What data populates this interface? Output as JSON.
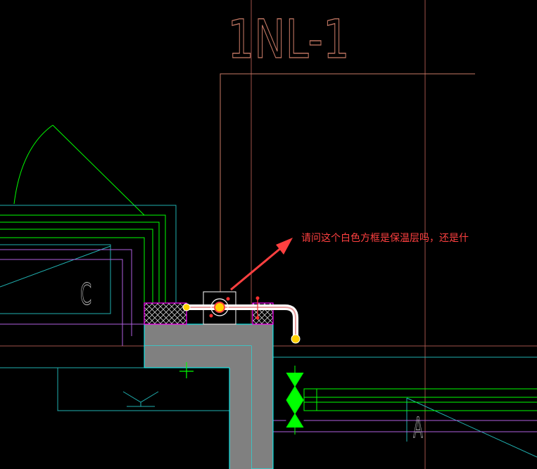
{
  "drawing": {
    "tag": "1NL-1",
    "side_label_left": "C",
    "side_label_right": "A"
  },
  "annotation": {
    "text": "请问这个白色方框是保温层吗，还是什",
    "color": "#ff4040"
  },
  "colors": {
    "background": "#000000",
    "grid_red": "#a0524a",
    "tag": "#c87a66",
    "wall_fill": "#808080",
    "wall_edge": "#00ffff",
    "insulation_hatch": "#ff00ff",
    "green_lines": "#00ff00",
    "teal_lines": "#20b0b0",
    "purple_lines": "#b060e0",
    "pipe": "#ffffff",
    "pipe_end": "#ffd000",
    "valve": "#00ff00"
  }
}
